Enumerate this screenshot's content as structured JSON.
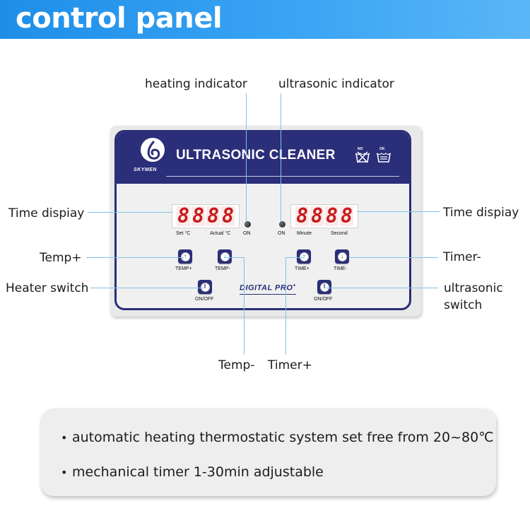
{
  "header": {
    "title": "control panel"
  },
  "callouts": {
    "heating_indicator": "heating indicator",
    "ultrasonic_indicator": "ultrasonic indicator",
    "time_display_left": "Time dispiay",
    "time_display_right": "Time dispiay",
    "temp_plus": "Temp+",
    "timer_minus": "Timer-",
    "heater_switch": "Heater switch",
    "ultrasonic_switch_line1": "ultrasonic",
    "ultrasonic_switch_line2": "switch",
    "temp_minus": "Temp-",
    "timer_plus": "Timer+"
  },
  "panel": {
    "brand": "SKYMEN",
    "title": "ULTRASONIC CLEANER",
    "wash_tags": [
      "NO",
      "OK"
    ],
    "left_display": {
      "digits": [
        "8",
        "8",
        "8",
        "8"
      ],
      "captions": [
        "Set °C",
        "Actual °C",
        "ON"
      ]
    },
    "right_display": {
      "digits": [
        "8",
        "8",
        "8",
        "8"
      ],
      "captions": [
        "ON",
        "Minute",
        "Second"
      ]
    },
    "buttons": {
      "temp_plus": "TEMP+",
      "temp_minus": "TEMP-",
      "time_plus": "TIME+",
      "time_minus": "TIME-",
      "heater_onoff": "ON/OFF",
      "ultrasonic_onoff": "ON/OFF"
    },
    "series_label": "DIGITAL PRO",
    "series_sup": "+",
    "colors": {
      "panel_navy": "#2b2e78",
      "digit_red": "#c81a1a",
      "header_blue": "#1e8ee8",
      "leader_line": "#7ec3ea"
    }
  },
  "features": [
    "automatic heating thermostatic system set free from 20~80℃",
    "mechanical timer 1-30min adjustable"
  ]
}
